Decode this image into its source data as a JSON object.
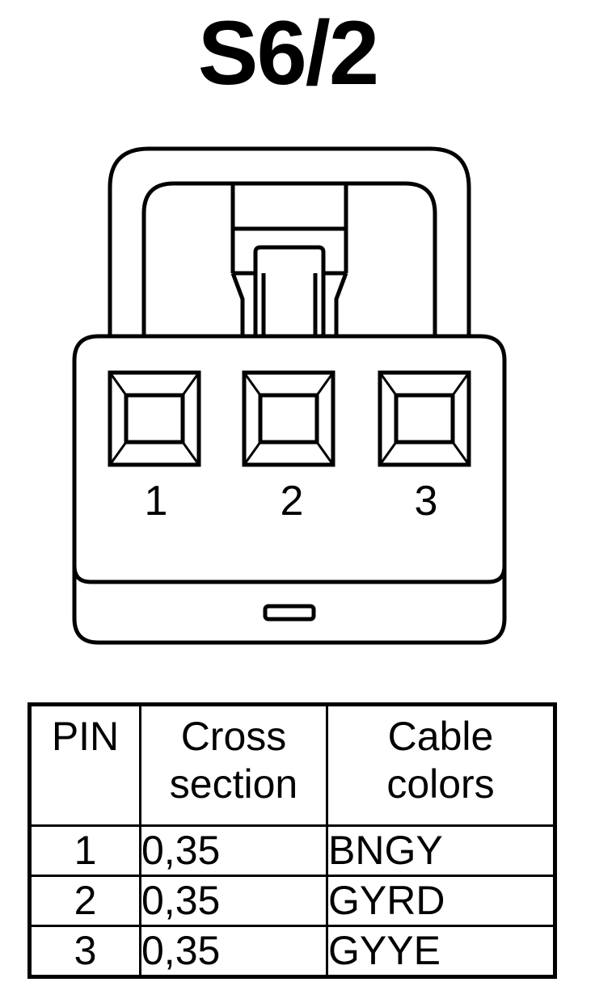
{
  "title": "S6/2",
  "pins": [
    {
      "label": "1"
    },
    {
      "label": "2"
    },
    {
      "label": "3"
    }
  ],
  "table": {
    "headers": {
      "pin": "PIN",
      "cross_line1": "Cross",
      "cross_line2": "section",
      "colors_line1": "Cable",
      "colors_line2": "colors"
    },
    "rows": [
      {
        "pin": "1",
        "cross": "0,35",
        "colors": "BNGY"
      },
      {
        "pin": "2",
        "cross": "0,35",
        "colors": "GYRD"
      },
      {
        "pin": "3",
        "cross": "0,35",
        "colors": "GYYE"
      }
    ]
  }
}
